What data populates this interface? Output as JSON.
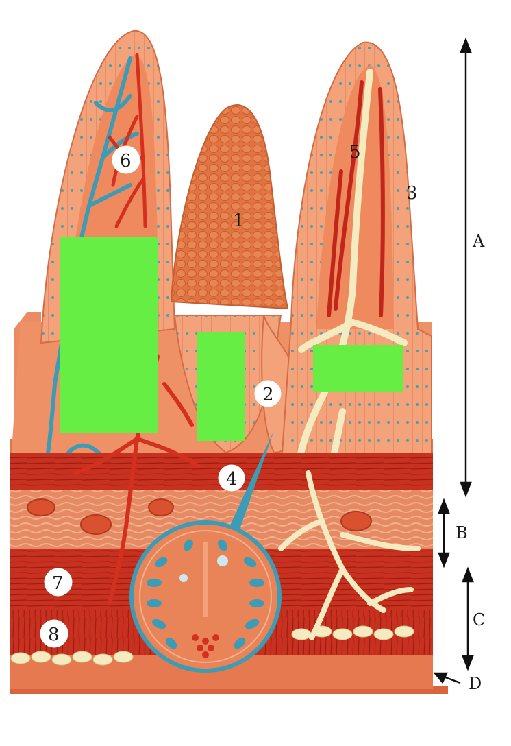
{
  "labels": {
    "l1": "1",
    "l2": "2",
    "l3": "3",
    "l4": "4",
    "l5": "5",
    "l6": "6",
    "l7": "7",
    "l8": "8"
  },
  "regions": {
    "A": "A",
    "B": "B",
    "C": "C",
    "D": "D"
  },
  "colors": {
    "tissue_base": "#e8805a",
    "epithelium": "#f09a6e",
    "artery": "#d3301f",
    "vein": "#3c9bb5",
    "lacteal": "#f4ecc0",
    "muscle": "#c42a1d",
    "redaction": "#66ee44"
  }
}
